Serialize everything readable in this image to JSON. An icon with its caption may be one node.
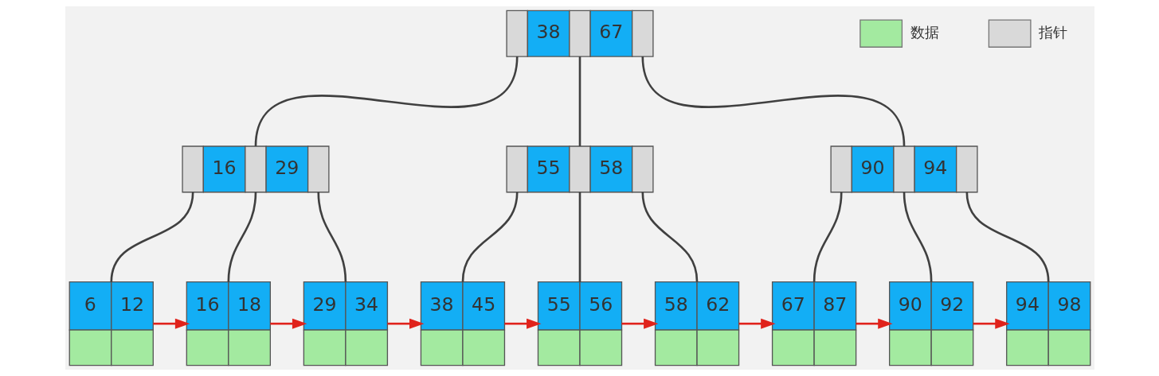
{
  "diagram": {
    "nodes": [
      {
        "text": [
          "38",
          "67"
        ]
      },
      {
        "text": [
          "16",
          "29"
        ]
      },
      {
        "text": [
          "55",
          "58"
        ]
      },
      {
        "text": [
          "90",
          "94"
        ]
      },
      {
        "text": [
          "6",
          "12"
        ]
      },
      {
        "text": [
          "16",
          "18"
        ]
      },
      {
        "text": [
          "29",
          "34"
        ]
      },
      {
        "text": [
          "38",
          "45"
        ]
      },
      {
        "text": [
          "55",
          "56"
        ]
      },
      {
        "text": [
          "58",
          "62"
        ]
      },
      {
        "text": [
          "67",
          "87"
        ]
      },
      {
        "text": [
          "90",
          "92"
        ]
      },
      {
        "text": [
          "94",
          "98"
        ]
      }
    ],
    "edges": [
      {
        "from": 0,
        "to": 1,
        "arrow": "none"
      },
      {
        "from": 0,
        "to": 2,
        "arrow": "none"
      },
      {
        "from": 0,
        "to": 3,
        "arrow": "none"
      },
      {
        "from": 1,
        "to": 4,
        "arrow": "none"
      },
      {
        "from": 1,
        "to": 5,
        "arrow": "none"
      },
      {
        "from": 1,
        "to": 6,
        "arrow": "none"
      },
      {
        "from": 2,
        "to": 7,
        "arrow": "none"
      },
      {
        "from": 2,
        "to": 8,
        "arrow": "none"
      },
      {
        "from": 2,
        "to": 9,
        "arrow": "none"
      },
      {
        "from": 3,
        "to": 10,
        "arrow": "none"
      },
      {
        "from": 3,
        "to": 11,
        "arrow": "none"
      },
      {
        "from": 3,
        "to": 12,
        "arrow": "none"
      },
      {
        "from": 4,
        "to": 5,
        "arrow": "to",
        "color": "#e0231c"
      },
      {
        "from": 5,
        "to": 6,
        "arrow": "to",
        "color": "#e0231c"
      },
      {
        "from": 6,
        "to": 7,
        "arrow": "to",
        "color": "#e0231c"
      },
      {
        "from": 7,
        "to": 8,
        "arrow": "to",
        "color": "#e0231c"
      },
      {
        "from": 8,
        "to": 9,
        "arrow": "to",
        "color": "#e0231c"
      },
      {
        "from": 9,
        "to": 10,
        "arrow": "to",
        "color": "#e0231c"
      },
      {
        "from": 10,
        "to": 11,
        "arrow": "to",
        "color": "#e0231c"
      },
      {
        "from": 11,
        "to": 12,
        "arrow": "to",
        "color": "#e0231c"
      }
    ],
    "legend": [
      {
        "text": "数据",
        "color": "#a3eaa0"
      },
      {
        "text": "指针",
        "color": "#d9d9d9"
      }
    ]
  }
}
